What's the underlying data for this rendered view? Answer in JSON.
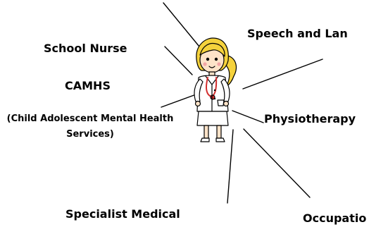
{
  "labels": {
    "school_nurse": "School Nurse",
    "speech": "Speech and Lan",
    "camhs": "CAMHS",
    "camhs_full": "(Child Adolescent Mental Health Services)",
    "physiotherapy": "Physiotherapy",
    "specialist": "Specialist Medical",
    "occupational": "Occupatio"
  },
  "colors": {
    "line": "#000000",
    "hair": "#f5d23c",
    "coat": "#ffffff",
    "stethoscope": "#d22d2d",
    "skin": "#fde3c8"
  },
  "figure": {
    "icon": "nurse-figure-icon"
  }
}
